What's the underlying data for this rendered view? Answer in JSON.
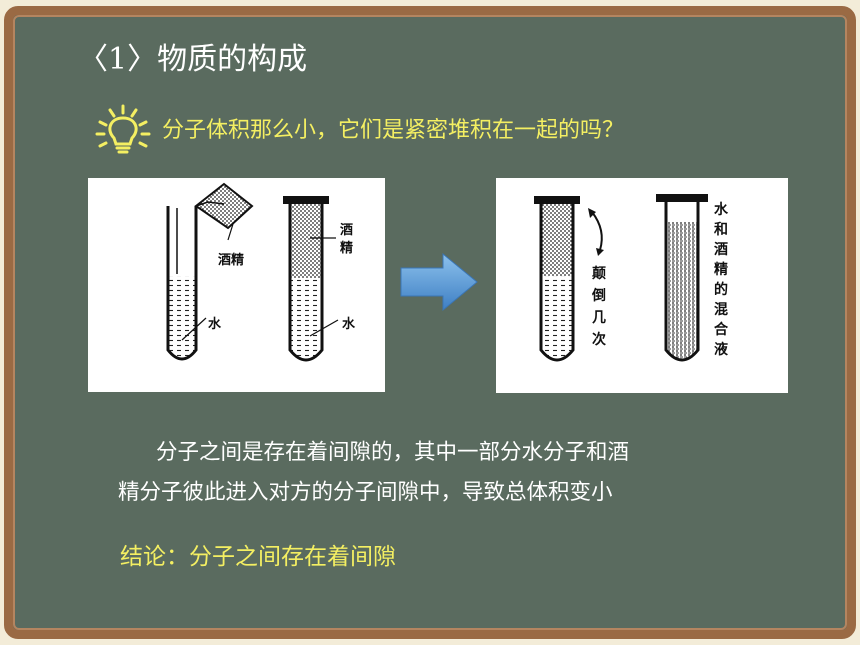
{
  "title": "〈1〉物质的构成",
  "question": "分子体积那么小，它们是紧密堆积在一起的吗？",
  "figure_left": {
    "alcohol_label": "酒精",
    "alcohol_label_side": [
      "酒",
      "精"
    ],
    "water_label_1": "水",
    "water_label_2": "水"
  },
  "figure_right": {
    "invert_label": [
      "颠",
      "倒",
      "几",
      "次"
    ],
    "mix_label": [
      "水",
      "和",
      "酒",
      "精",
      "的",
      "混",
      "合",
      "液"
    ]
  },
  "explanation": {
    "line1": "分子之间是存在着间隙的，其中一部分水分子和酒",
    "line2": "精分子彼此进入对方的分子间隙中，导致总体积变小"
  },
  "conclusion": "结论：分子之间存在着间隙",
  "colors": {
    "board": "#5a6b5f",
    "frame": "#9a6a44",
    "highlight": "#f4ef62",
    "arrow": "#5b9bd5"
  },
  "icons": {
    "bulb": "lightbulb-icon",
    "arrow": "right-arrow-icon"
  }
}
